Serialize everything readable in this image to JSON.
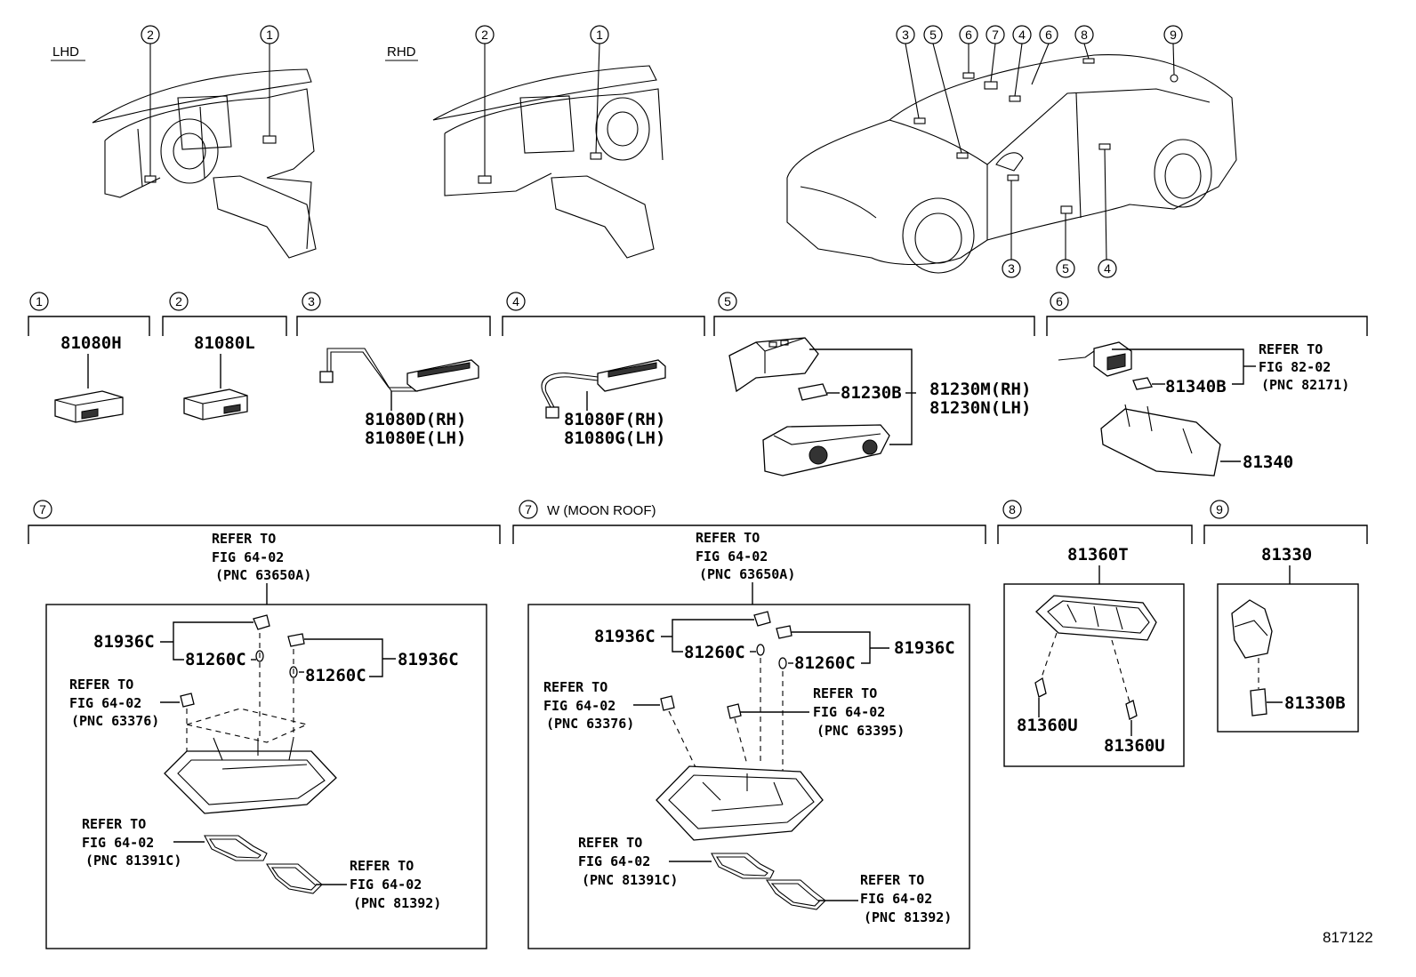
{
  "header": {
    "lhd_label": "LHD",
    "rhd_label": "RHD",
    "moon_roof_label": "W (MOON ROOF)"
  },
  "callouts": {
    "lhd_1": "1",
    "lhd_2": "2",
    "rhd_1": "1",
    "rhd_2": "2",
    "car_top": [
      "3",
      "5",
      "6",
      "7",
      "4",
      "6",
      "8",
      "9"
    ],
    "car_bottom": [
      "3",
      "5",
      "4"
    ]
  },
  "sections": [
    {
      "num": "1",
      "parts": [
        "81080H"
      ]
    },
    {
      "num": "2",
      "parts": [
        "81080L"
      ]
    },
    {
      "num": "3",
      "parts": [
        "81080D(RH)",
        "81080E(LH)"
      ]
    },
    {
      "num": "4",
      "parts": [
        "81080F(RH)",
        "81080G(LH)"
      ]
    },
    {
      "num": "5",
      "parts": [
        "81230B",
        "81230M(RH)",
        "81230N(LH)"
      ]
    },
    {
      "num": "6",
      "parts": [
        "81340B",
        "81340"
      ],
      "refer": [
        "REFER TO",
        "FIG 82-02",
        "(PNC 82171)"
      ]
    },
    {
      "num": "7",
      "refer_top": [
        "REFER TO",
        "FIG 64-02",
        "(PNC 63650A)"
      ],
      "parts": [
        "81936C",
        "81260C",
        "81936C",
        "81260C"
      ],
      "refer_left": [
        "REFER TO",
        "FIG 64-02",
        "(PNC 63376)"
      ],
      "refer_lens1": [
        "REFER TO",
        "FIG 64-02",
        "(PNC 81391C)"
      ],
      "refer_lens2": [
        "REFER TO",
        "FIG 64-02",
        "(PNC 81392)"
      ]
    },
    {
      "num": "7",
      "refer_top": [
        "REFER TO",
        "FIG 64-02",
        "(PNC 63650A)"
      ],
      "parts": [
        "81936C",
        "81260C",
        "81936C",
        "81260C"
      ],
      "refer_left": [
        "REFER TO",
        "FIG 64-02",
        "(PNC 63376)"
      ],
      "refer_right": [
        "REFER TO",
        "FIG 64-02",
        "(PNC 63395)"
      ],
      "refer_lens1": [
        "REFER TO",
        "FIG 64-02",
        "(PNC 81391C)"
      ],
      "refer_lens2": [
        "REFER TO",
        "FIG 64-02",
        "(PNC 81392)"
      ]
    },
    {
      "num": "8",
      "parts": [
        "81360T",
        "81360U",
        "81360U"
      ]
    },
    {
      "num": "9",
      "parts": [
        "81330",
        "81330B"
      ]
    }
  ],
  "footer": {
    "figure_id": "817122"
  }
}
